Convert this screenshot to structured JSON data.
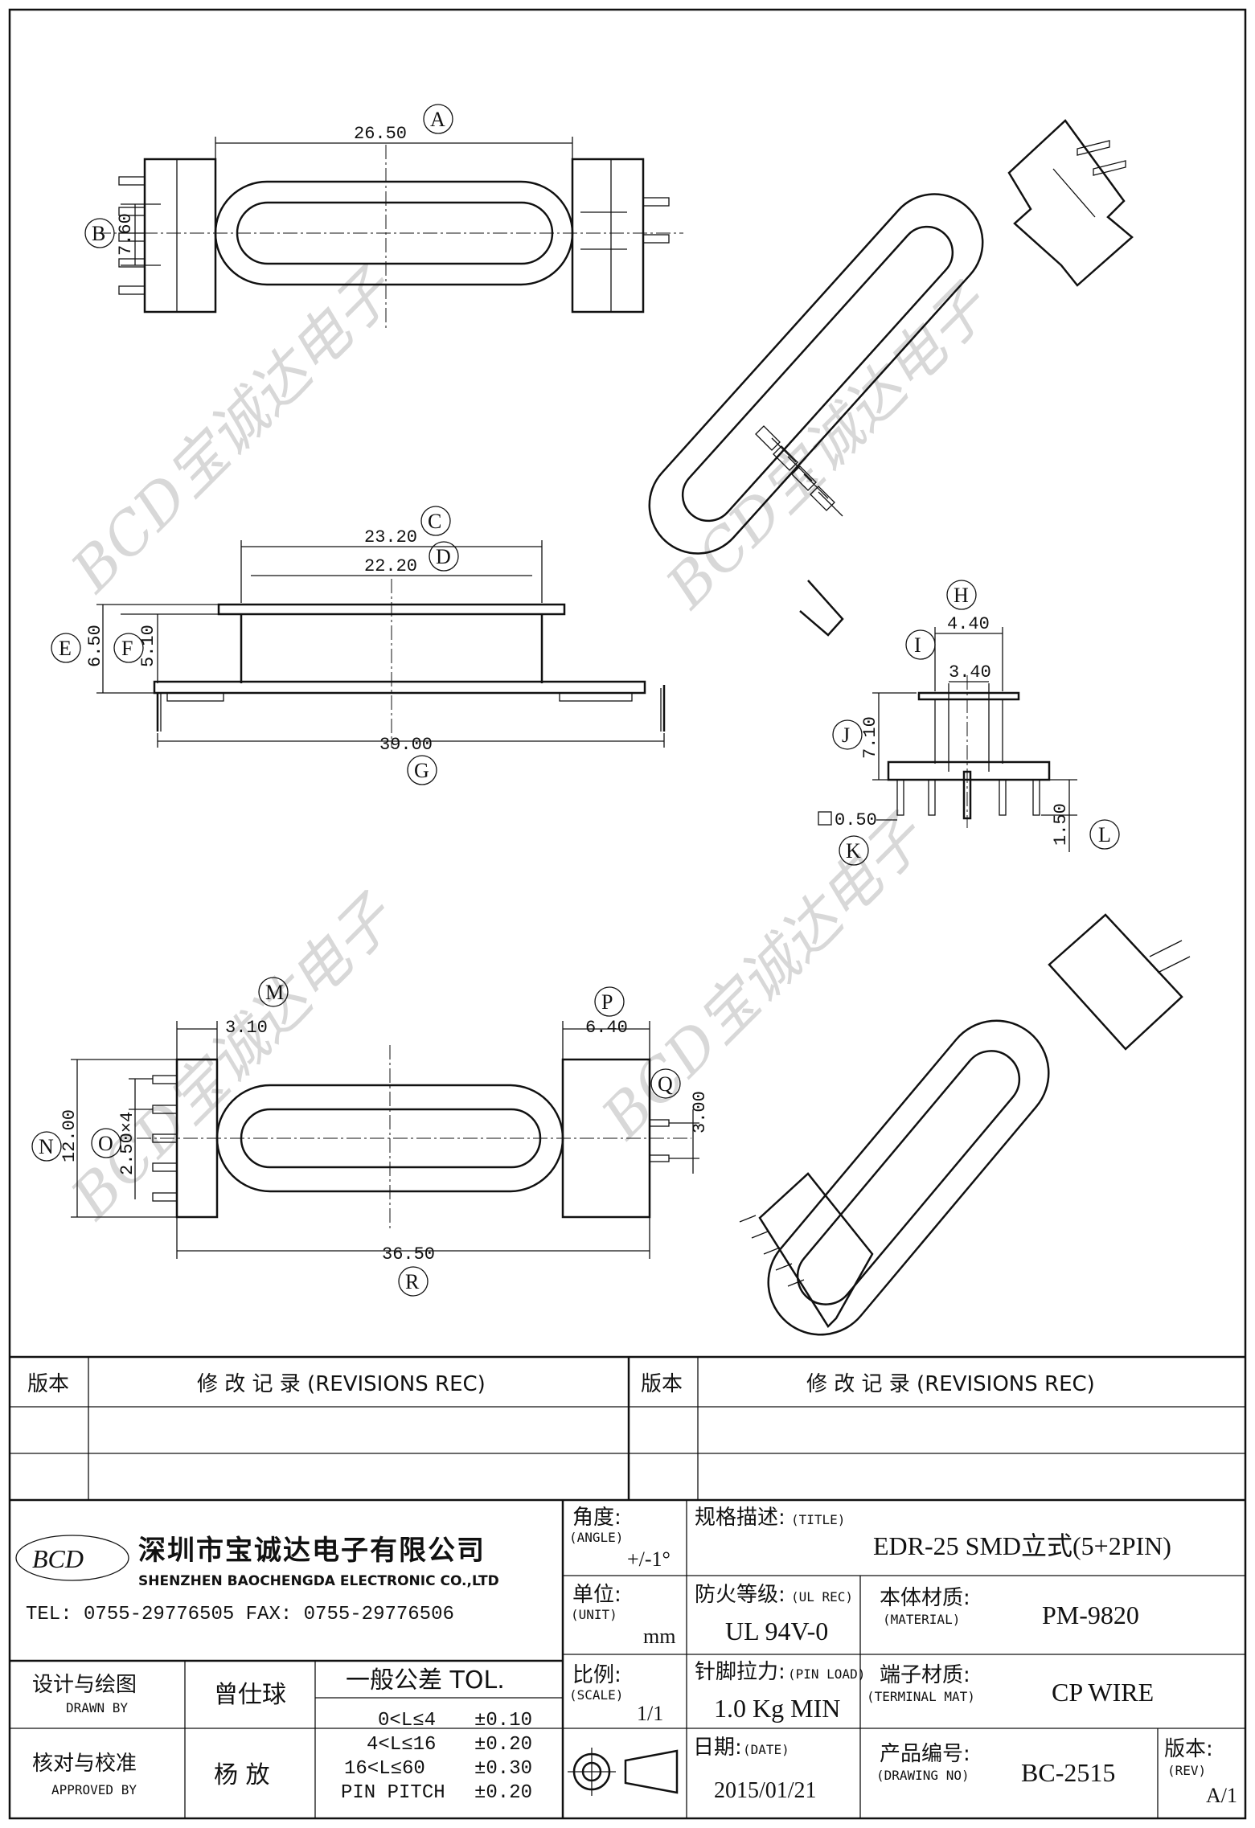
{
  "callouts": {
    "A": "A",
    "B": "B",
    "C": "C",
    "D": "D",
    "E": "E",
    "F": "F",
    "G": "G",
    "H": "H",
    "I": "I",
    "J": "J",
    "K": "K",
    "L": "L",
    "M": "M",
    "N": "N",
    "O": "O",
    "P": "P",
    "Q": "Q",
    "R": "R"
  },
  "dimensions": {
    "A": "26.50",
    "B": "7.60",
    "C": "23.20",
    "D": "22.20",
    "E": "6.50",
    "F": "5.10",
    "G": "39.00",
    "H": "4.40",
    "I": "3.40",
    "J": "7.10",
    "K": "0.50",
    "L": "1.50",
    "M": "3.10",
    "N": "12.00",
    "O": "2.50×4",
    "P": "6.40",
    "Q": "3.00",
    "R": "36.50"
  },
  "watermark": "BCD宝诚达电子",
  "revisions": {
    "ver_label": "版本",
    "rec_label": "修  改  记  录  (REVISIONS REC)"
  },
  "company": {
    "logo": "BCD",
    "name_cn": "深圳市宝诚达电子有限公司",
    "name_en": "SHENZHEN BAOCHENGDA ELECTRONIC CO.,LTD",
    "tel_fax": "TEL: 0755-29776505  FAX: 0755-29776506"
  },
  "title_block": {
    "angle_label": "角度:",
    "angle_label_en": "(ANGLE)",
    "angle_value": "+/-1°",
    "unit_label": "单位:",
    "unit_label_en": "(UNIT)",
    "unit_value": "mm",
    "scale_label": "比例:",
    "scale_label_en": "(SCALE)",
    "scale_value": "1/1",
    "title_label": "规格描述:",
    "title_label_en": "(TITLE)",
    "title_value": "EDR-25 SMD立式(5+2PIN)",
    "ul_label": "防火等级:",
    "ul_label_en": "(UL REC)",
    "ul_value": "UL 94V-0",
    "material_label": "本体材质:",
    "material_label_en": "(MATERIAL)",
    "material_value": "PM-9820",
    "pinload_label": "针脚拉力:",
    "pinload_label_en": "(PIN LOAD)",
    "pinload_value": "1.0 Kg MIN",
    "terminal_label": "端子材质:",
    "terminal_label_en": "(TERMINAL MAT)",
    "terminal_value": "CP WIRE",
    "date_label": "日期:",
    "date_label_en": "(DATE)",
    "date_value": "2015/01/21",
    "drawing_label": "产品编号:",
    "drawing_label_en": "(DRAWING NO)",
    "drawing_value": "BC-2515",
    "rev_label": "版本:",
    "rev_label_en": "(REV)",
    "rev_value": "A/1",
    "drawn_label": "设计与绘图",
    "drawn_label_en": "DRAWN BY",
    "drawn_value": "曾仕球",
    "approved_label": "核对与校准",
    "approved_label_en": "APPROVED BY",
    "approved_value": "杨  放",
    "tol_title": "一般公差 TOL.",
    "tol_rows": [
      {
        "range": "0<L≤4",
        "tol": "±0.10"
      },
      {
        "range": "4<L≤16",
        "tol": "±0.20"
      },
      {
        "range": "16<L≤60",
        "tol": "±0.30"
      },
      {
        "range": "PIN PITCH",
        "tol": "±0.20"
      }
    ]
  }
}
